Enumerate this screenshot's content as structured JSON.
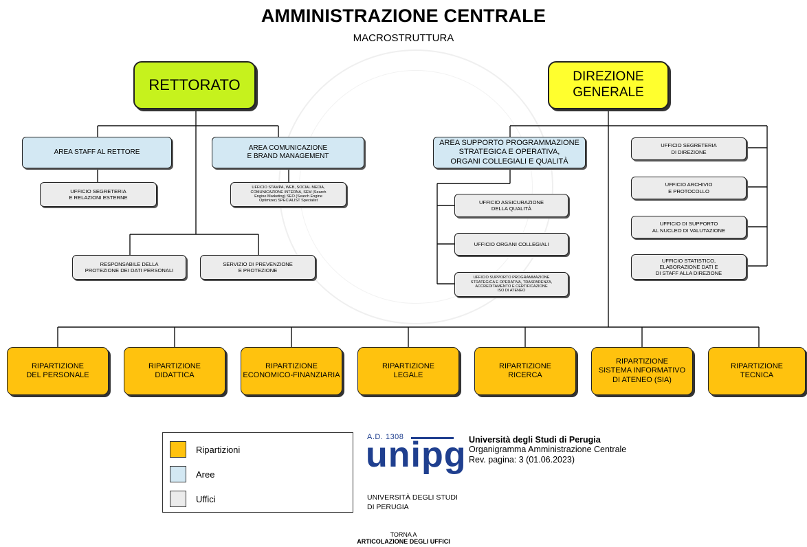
{
  "header": {
    "title": "AMMINISTRAZIONE CENTRALE",
    "subtitle": "MACROSTRUTTURA"
  },
  "rettorato": {
    "label": "RETTORATO",
    "areas": [
      {
        "label": "AREA STAFF AL RETTORE",
        "offices": [
          "UFFICIO SEGRETERIA\nE RELAZIONI ESTERNE"
        ]
      },
      {
        "label": "AREA COMUNICAZIONE\nE BRAND MANAGEMENT",
        "offices": [
          "UFFICIO STAMPA, WEB, SOCIAL MEDIA,\nCOMUNICAZIONE INTERNA, SEM (Search\nEngine Marketing) SEO (Search Engine\nOptimizer) SPECIALIST Specialist"
        ]
      }
    ],
    "offices": [
      "RESPONSABILE DELLA\nPROTEZIONE DEI DATI PERSONALI",
      "SERVIZIO DI PREVENZIONE\nE PROTEZIONE"
    ]
  },
  "direzione": {
    "label": "DIREZIONE\nGENERALE",
    "area": {
      "label": "AREA SUPPORTO PROGRAMMAZIONE\nSTRATEGICA E OPERATIVA,\nORGANI COLLEGIALI E QUALITÀ",
      "offices": [
        "UFFICIO ASSICURAZIONE\nDELLA QUALITÀ",
        "UFFICIO ORGANI COLLEGIALI",
        "UFFICIO SUPPORTO PROGRAMMAZIONE\nSTRATEGICA E OPERATIVA, TRASPARENZA,\nACCREDITAMENTO E CERTIFICAZIONE\nISO DI ATENEO"
      ]
    },
    "offices": [
      "UFFICIO SEGRETERIA\nDI DIREZIONE",
      "UFFICIO ARCHIVIO\nE PROTOCOLLO",
      "UFFICIO DI SUPPORTO\nAL NUCLEO DI VALUTAZIONE",
      "UFFICIO STATISTICO,\nELABORAZIONE DATI E\nDI STAFF ALLA DIREZIONE"
    ]
  },
  "ripartizioni": [
    "RIPARTIZIONE\nDEL PERSONALE",
    "RIPARTIZIONE\nDIDATTICA",
    "RIPARTIZIONE\nECONOMICO-FINANZIARIA",
    "RIPARTIZIONE\nLEGALE",
    "RIPARTIZIONE\nRICERCA",
    "RIPARTIZIONE\nSISTEMA INFORMATIVO\nDI ATENEO (SIA)",
    "RIPARTIZIONE\nTECNICA"
  ],
  "legend": [
    {
      "label": "Ripartizioni",
      "color": "#ffc20e"
    },
    {
      "label": "Aree",
      "color": "#d3e8f3"
    },
    {
      "label": "Uffici",
      "color": "#ececec"
    }
  ],
  "logo": {
    "year": "A.D. 1308",
    "word": "unipg",
    "subtitle": "UNIVERSITÀ DEGLI STUDI\nDI PERUGIA"
  },
  "info": {
    "university": "Università degli Studi di Perugia",
    "doc": "Organigramma Amministrazione Centrale",
    "revision": "Rev. pagina: 3 (01.06.2023)"
  },
  "footer": {
    "line1": "TORNA A",
    "line2": "ARTICOLAZIONE DEGLI UFFICI"
  },
  "colors": {
    "rettorato": "#c6f21d",
    "direzione": "#ffff2e",
    "brand": "#1f3f8f"
  }
}
